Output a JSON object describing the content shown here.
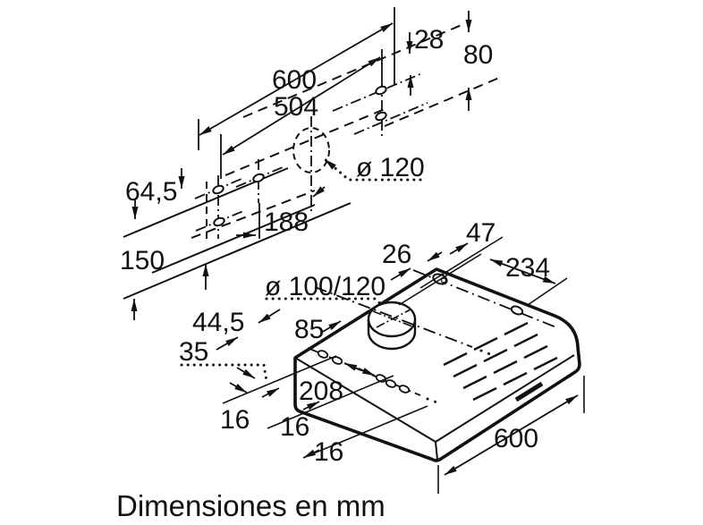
{
  "caption": "Dimensiones en mm",
  "colors": {
    "ink": "#111111",
    "background": "#ffffff"
  },
  "top_view": {
    "width_total": "600",
    "hole_spacing": "504",
    "offset_28": "28",
    "offset_80": "80",
    "offset_64_5": "64,5",
    "height_150": "150",
    "offset_188": "188",
    "duct_diameter": "ø 120"
  },
  "front_view": {
    "offset_47": "47",
    "offset_26": "26",
    "depth_234": "234",
    "duct_diameter": "ø 100/120",
    "offset_44_5": "44,5",
    "offset_85": "85",
    "offset_35": "35",
    "hole_spacing_208": "208",
    "offset_16_a": "16",
    "offset_16_b": "16",
    "offset_16_c": "16",
    "width_total": "600"
  }
}
